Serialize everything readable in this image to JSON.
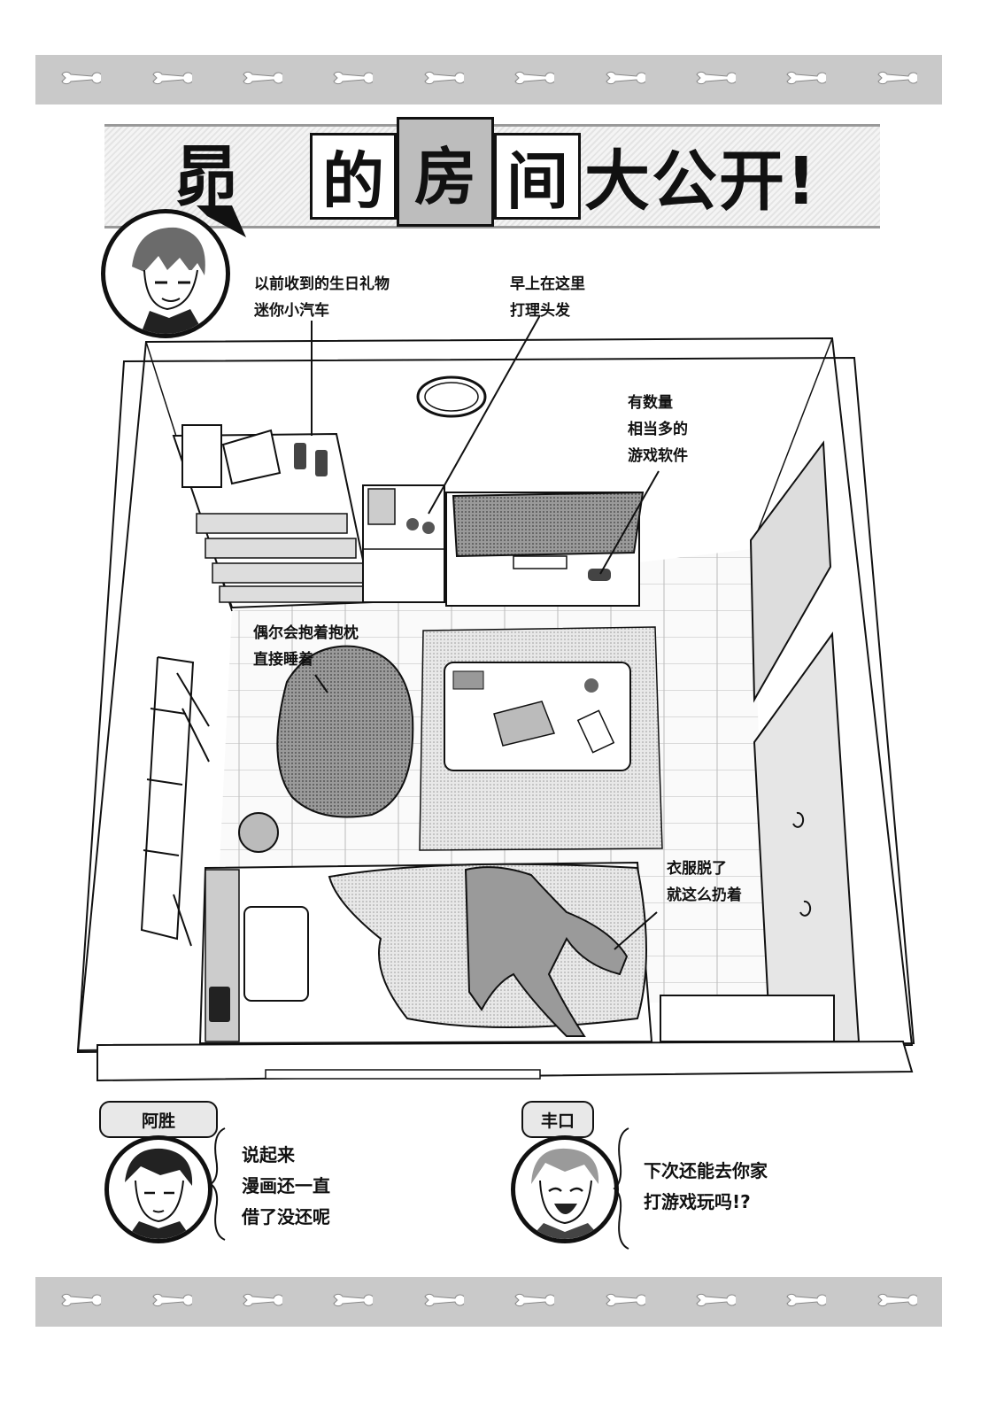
{
  "header": {
    "name_char": "昴",
    "boxed_chars": [
      "的",
      "房",
      "间"
    ],
    "title_rest": "大公开!"
  },
  "annotations": {
    "gift_car": "以前收到的生日礼物\n迷你小汽车",
    "hair": "早上在这里\n打理头发",
    "games": "有数量\n相当多的\n游戏软件",
    "pillow": "偶尔会抱着抱枕\n直接睡着",
    "clothes": "衣服脱了\n就这么扔着"
  },
  "comments": {
    "left": {
      "name": "阿胜",
      "text": "说起来\n漫画还一直\n借了没还呢"
    },
    "right": {
      "name": "丰口",
      "text": "下次还能去你家\n打游戏玩吗!?"
    }
  },
  "colors": {
    "band": "#c9c9c9",
    "title_box_grey": "#bdbdbd",
    "rug": "#e6e6e6",
    "ink": "#111111"
  }
}
